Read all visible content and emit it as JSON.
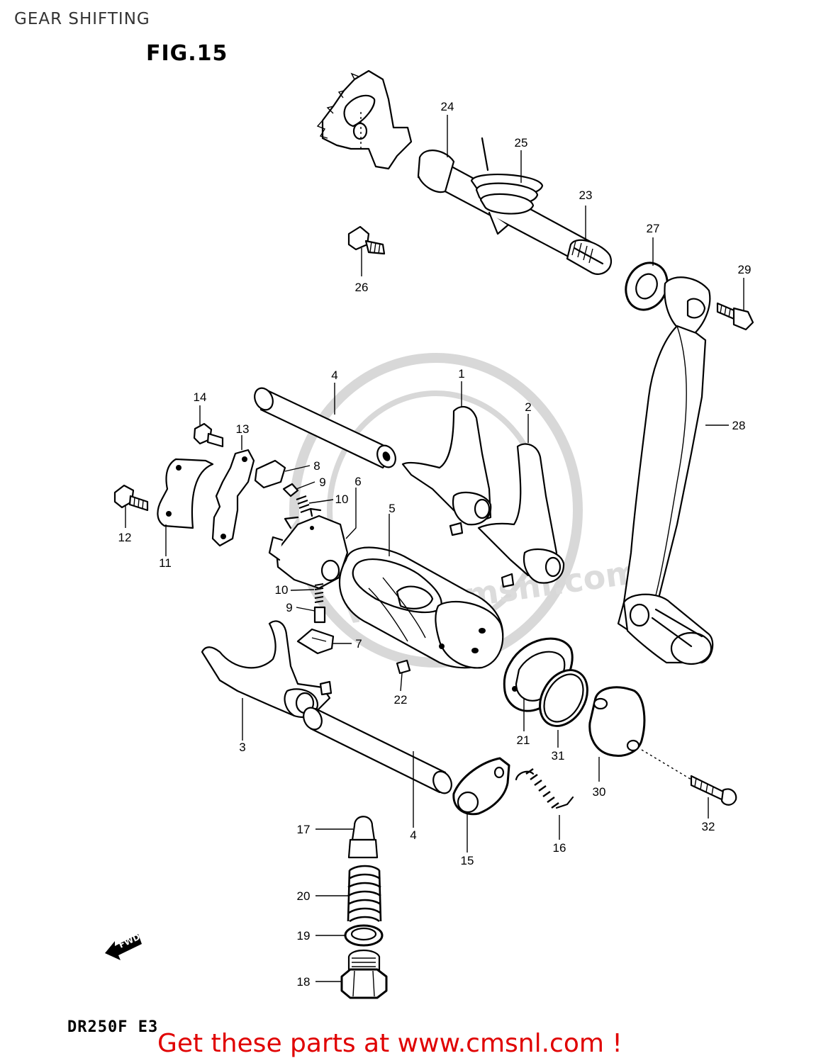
{
  "header": {
    "page_title": "GEAR SHIFTING",
    "figure_title": "FIG.15"
  },
  "footer": {
    "model_code": "DR250F E3",
    "promo_text": "Get these parts at www.cmsnl.com !"
  },
  "watermark": {
    "text": "www.cmsnl.com"
  },
  "indicator": {
    "fwd_label": "FWD"
  },
  "callouts": [
    "1",
    "2",
    "3",
    "4",
    "4",
    "5",
    "6",
    "7",
    "8",
    "9",
    "9",
    "10",
    "10",
    "11",
    "12",
    "13",
    "14",
    "15",
    "16",
    "17",
    "18",
    "19",
    "20",
    "21",
    "22",
    "23",
    "24",
    "25",
    "26",
    "27",
    "28",
    "29",
    "30",
    "31",
    "32"
  ]
}
